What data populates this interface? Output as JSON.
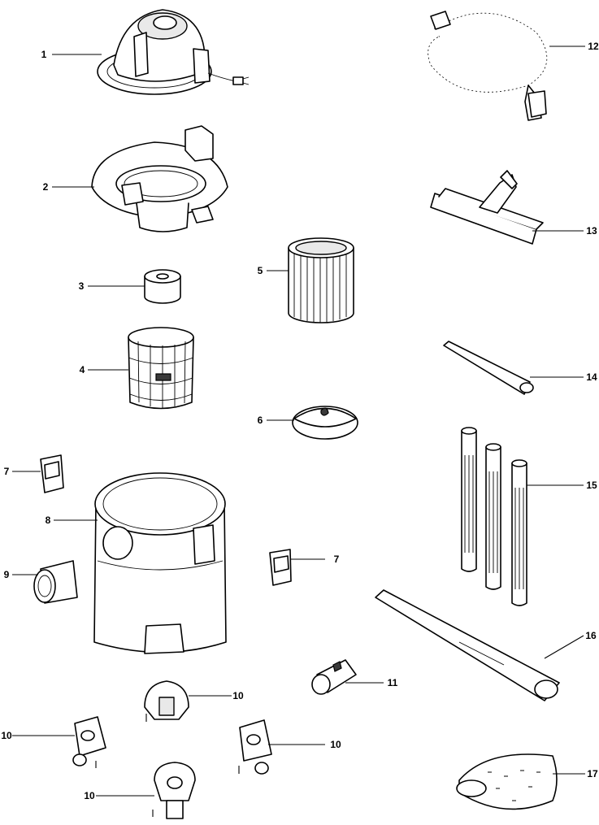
{
  "callouts": [
    {
      "id": "c1",
      "text": "1"
    },
    {
      "id": "c2",
      "text": "2"
    },
    {
      "id": "c3",
      "text": "3"
    },
    {
      "id": "c4",
      "text": "4"
    },
    {
      "id": "c5",
      "text": "5"
    },
    {
      "id": "c6",
      "text": "6"
    },
    {
      "id": "c7a",
      "text": "7"
    },
    {
      "id": "c7b",
      "text": "7"
    },
    {
      "id": "c8",
      "text": "8"
    },
    {
      "id": "c9",
      "text": "9"
    },
    {
      "id": "c10a",
      "text": "10"
    },
    {
      "id": "c10b",
      "text": "10"
    },
    {
      "id": "c10c",
      "text": "10"
    },
    {
      "id": "c10d",
      "text": "10"
    },
    {
      "id": "c11",
      "text": "11"
    },
    {
      "id": "c12",
      "text": "12"
    },
    {
      "id": "c13",
      "text": "13"
    },
    {
      "id": "c14",
      "text": "14"
    },
    {
      "id": "c15",
      "text": "15"
    },
    {
      "id": "c16",
      "text": "16"
    },
    {
      "id": "c17",
      "text": "17"
    }
  ]
}
